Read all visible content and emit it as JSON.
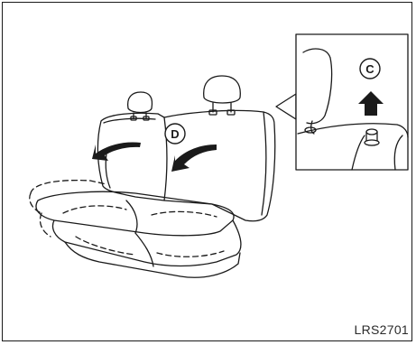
{
  "figure": {
    "code": "LRS2701",
    "callouts": {
      "c": "C",
      "d": "D"
    },
    "icons": [
      "seatback-fold-arrow-icon",
      "headrest-lift-arrow-icon",
      "headrest-release-knob-icon"
    ],
    "colors": {
      "line": "#1a1a1a",
      "background": "#ffffff"
    }
  }
}
